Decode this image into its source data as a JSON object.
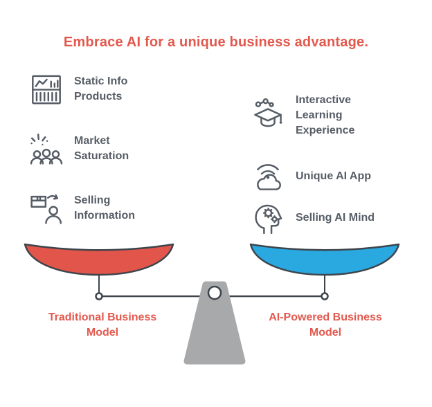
{
  "title": "Embrace AI for a unique business advantage.",
  "left_column": {
    "items": [
      {
        "icon": "bookshelf-chart-icon",
        "label": "Static Info\nProducts"
      },
      {
        "icon": "crowd-sparks-icon",
        "label": "Market\nSaturation"
      },
      {
        "icon": "package-person-icon",
        "label": "Selling\nInformation"
      }
    ]
  },
  "right_column": {
    "items": [
      {
        "icon": "graduation-molecule-icon",
        "label": "Interactive\nLearning\nExperience"
      },
      {
        "icon": "wifi-cloud-icon",
        "label": "Unique AI App"
      },
      {
        "icon": "head-gears-icon",
        "label": "Selling AI Mind"
      }
    ]
  },
  "scale": {
    "left_pan_label": "Traditional Business\nModel",
    "right_pan_label": "AI-Powered Business\nModel",
    "left_pan_color": "#e2554a",
    "right_pan_color": "#29a9e0",
    "outline_color": "#3d444c",
    "fulcrum_color": "#a7a9ab"
  },
  "colors": {
    "title_accent": "#e2594e",
    "item_text": "#565d66",
    "background": "#ffffff"
  }
}
